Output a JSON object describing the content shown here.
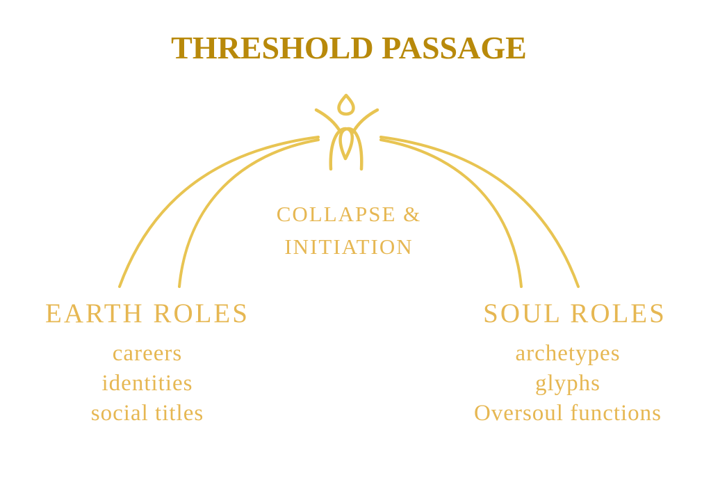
{
  "title": "THRESHOLD PASSAGE",
  "center": {
    "line1": "COLLAPSE &",
    "line2": "INITIATION"
  },
  "earth": {
    "heading": "EARTH ROLES",
    "items": [
      "careers",
      "identities",
      "social titles"
    ]
  },
  "soul": {
    "heading": "SOUL ROLES",
    "items": [
      "archetypes",
      "glyphs",
      "Oversoul functions"
    ]
  },
  "colors": {
    "title": "#B8890A",
    "text": "#E6B752",
    "lines": "#E8C452"
  },
  "icon": "human-figure-icon"
}
